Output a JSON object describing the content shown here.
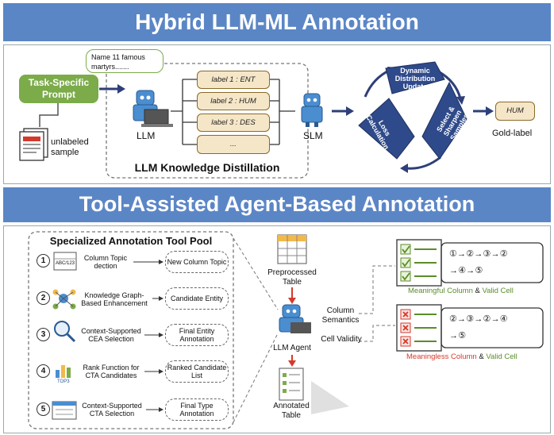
{
  "top": {
    "title": "Hybrid LLM-ML Annotation",
    "prompt_label": "Task-Specific Prompt",
    "bubble_text": "Name 11 famous martyrs.......",
    "unlabeled": "unlabeled sample",
    "llm": "LLM",
    "slm": "SLM",
    "labels": [
      "label 1 : ENT",
      "label 2 : HUM",
      "label 3 : DES",
      "..."
    ],
    "distill": "LLM Knowledge Distillation",
    "cycle": [
      "Dynamic Distribution Update",
      "Select & Sharpen Samples",
      "Loss Calculation"
    ],
    "gold_value": "HUM",
    "gold_label": "Gold-label"
  },
  "bottom": {
    "title": "Tool-Assisted Agent-Based Annotation",
    "pool_title": "Specialized Annotation Tool Pool",
    "tools": [
      {
        "num": "1",
        "name": "Column Topic dection",
        "out": "New Column Topic",
        "icon": "column-topic-icon"
      },
      {
        "num": "2",
        "name": "Knowledge Graph-Based Enhancement",
        "out": "Candidate Entity",
        "icon": "knowledge-graph-icon"
      },
      {
        "num": "3",
        "name": "Context-Supported CEA Selection",
        "out": "Final Entity Annotation",
        "icon": "magnifier-icon"
      },
      {
        "num": "4",
        "name": "Rank Function for CTA Candidates",
        "out": "Ranked Candidate List",
        "icon": "ranking-icon"
      },
      {
        "num": "5",
        "name": "Context-Supported CTA Selection",
        "out": "Final Type Annotation",
        "icon": "form-icon"
      }
    ],
    "icon_small_text": "ABC/123",
    "top3_text": "TOP3",
    "preprocessed": "Preprocessed Table",
    "agent": "LLM Agent",
    "annotated": "Annotated Table",
    "col_sem": "Column Semantics",
    "cell_val": "Cell Validity",
    "seq1a": "①→②→③→②",
    "seq1b": "→④→⑤",
    "seq2a": "②→③→②→④",
    "seq2b": "→⑤",
    "meaningful_col": "Meaningful Column",
    "meaningless_col": "Meaningless Column",
    "amp": "&",
    "valid_cell": "Valid Cell",
    "colors": {
      "banner": "#5b86c6",
      "green": "#7cab4a",
      "red": "#d43a2c",
      "label_fill": "#f5e6c8",
      "cycle": "#3a4f8a"
    }
  }
}
